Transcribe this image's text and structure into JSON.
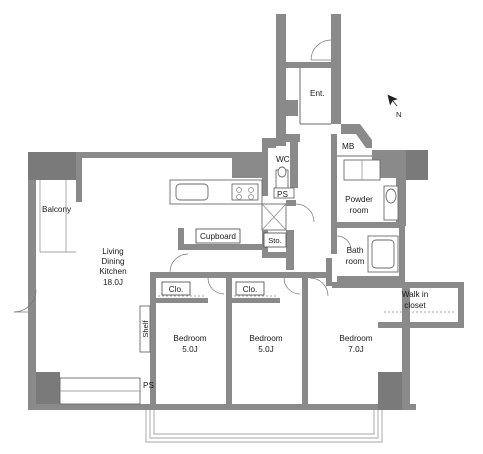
{
  "rooms": {
    "entrance": "Ent.",
    "meter_box": "MB",
    "wc": "WC",
    "pipe_space_top": "PS",
    "pipe_space_bottom": "PS",
    "balcony": "Balcony",
    "ldk_line1": "Living",
    "ldk_line2": "Dining",
    "ldk_line3": "Kitchen",
    "ldk_size": "18.0J",
    "cupboard": "Cupboard",
    "storage": "Sto.",
    "powder_line1": "Powder",
    "powder_line2": "room",
    "bath_line1": "Bath",
    "bath_line2": "room",
    "walkin_line1": "Walk in",
    "walkin_line2": "closet",
    "shelf": "Shelf",
    "closet1": "Clo.",
    "closet2": "Clo.",
    "bedroom1": "Bedroom",
    "bedroom1_size": "5.0J",
    "bedroom2": "Bedroom",
    "bedroom2_size": "5.0J",
    "bedroom3": "Bedroom",
    "bedroom3_size": "7.0J"
  },
  "compass": {
    "north_label": "N",
    "icon": "north-arrow-icon"
  }
}
